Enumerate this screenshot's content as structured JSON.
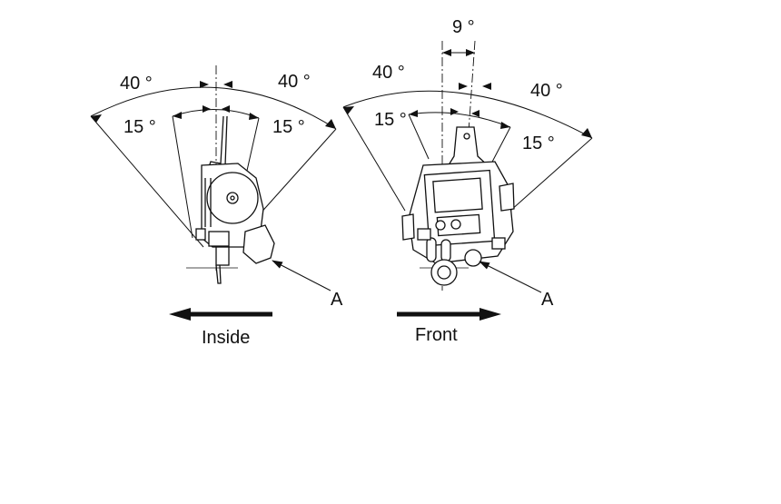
{
  "diagram": {
    "left_view": {
      "angle_outer_left": "40 °",
      "angle_outer_right": "40 °",
      "angle_inner_left": "15 °",
      "angle_inner_right": "15 °",
      "callout": "A",
      "direction": "Inside"
    },
    "right_view": {
      "angle_top": "9 °",
      "angle_outer_left": "40 °",
      "angle_outer_right": "40 °",
      "angle_inner_left": "15 °",
      "angle_inner_right": "15 °",
      "callout": "A",
      "direction": "Front"
    }
  }
}
